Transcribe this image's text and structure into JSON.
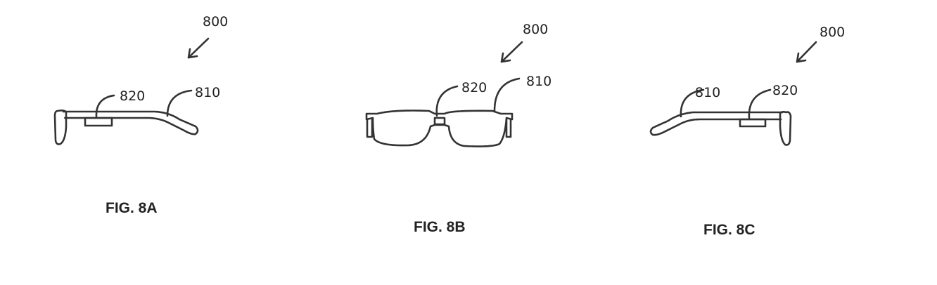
{
  "figures": [
    {
      "caption": "FIG. 8A",
      "view": "side-left",
      "refs": {
        "device": "800",
        "frame": "810",
        "module": "820"
      }
    },
    {
      "caption": "FIG. 8B",
      "view": "front",
      "refs": {
        "device": "800",
        "frame": "810",
        "module": "820"
      }
    },
    {
      "caption": "FIG. 8C",
      "view": "side-right",
      "refs": {
        "device": "800",
        "frame": "810",
        "module": "820"
      }
    }
  ]
}
